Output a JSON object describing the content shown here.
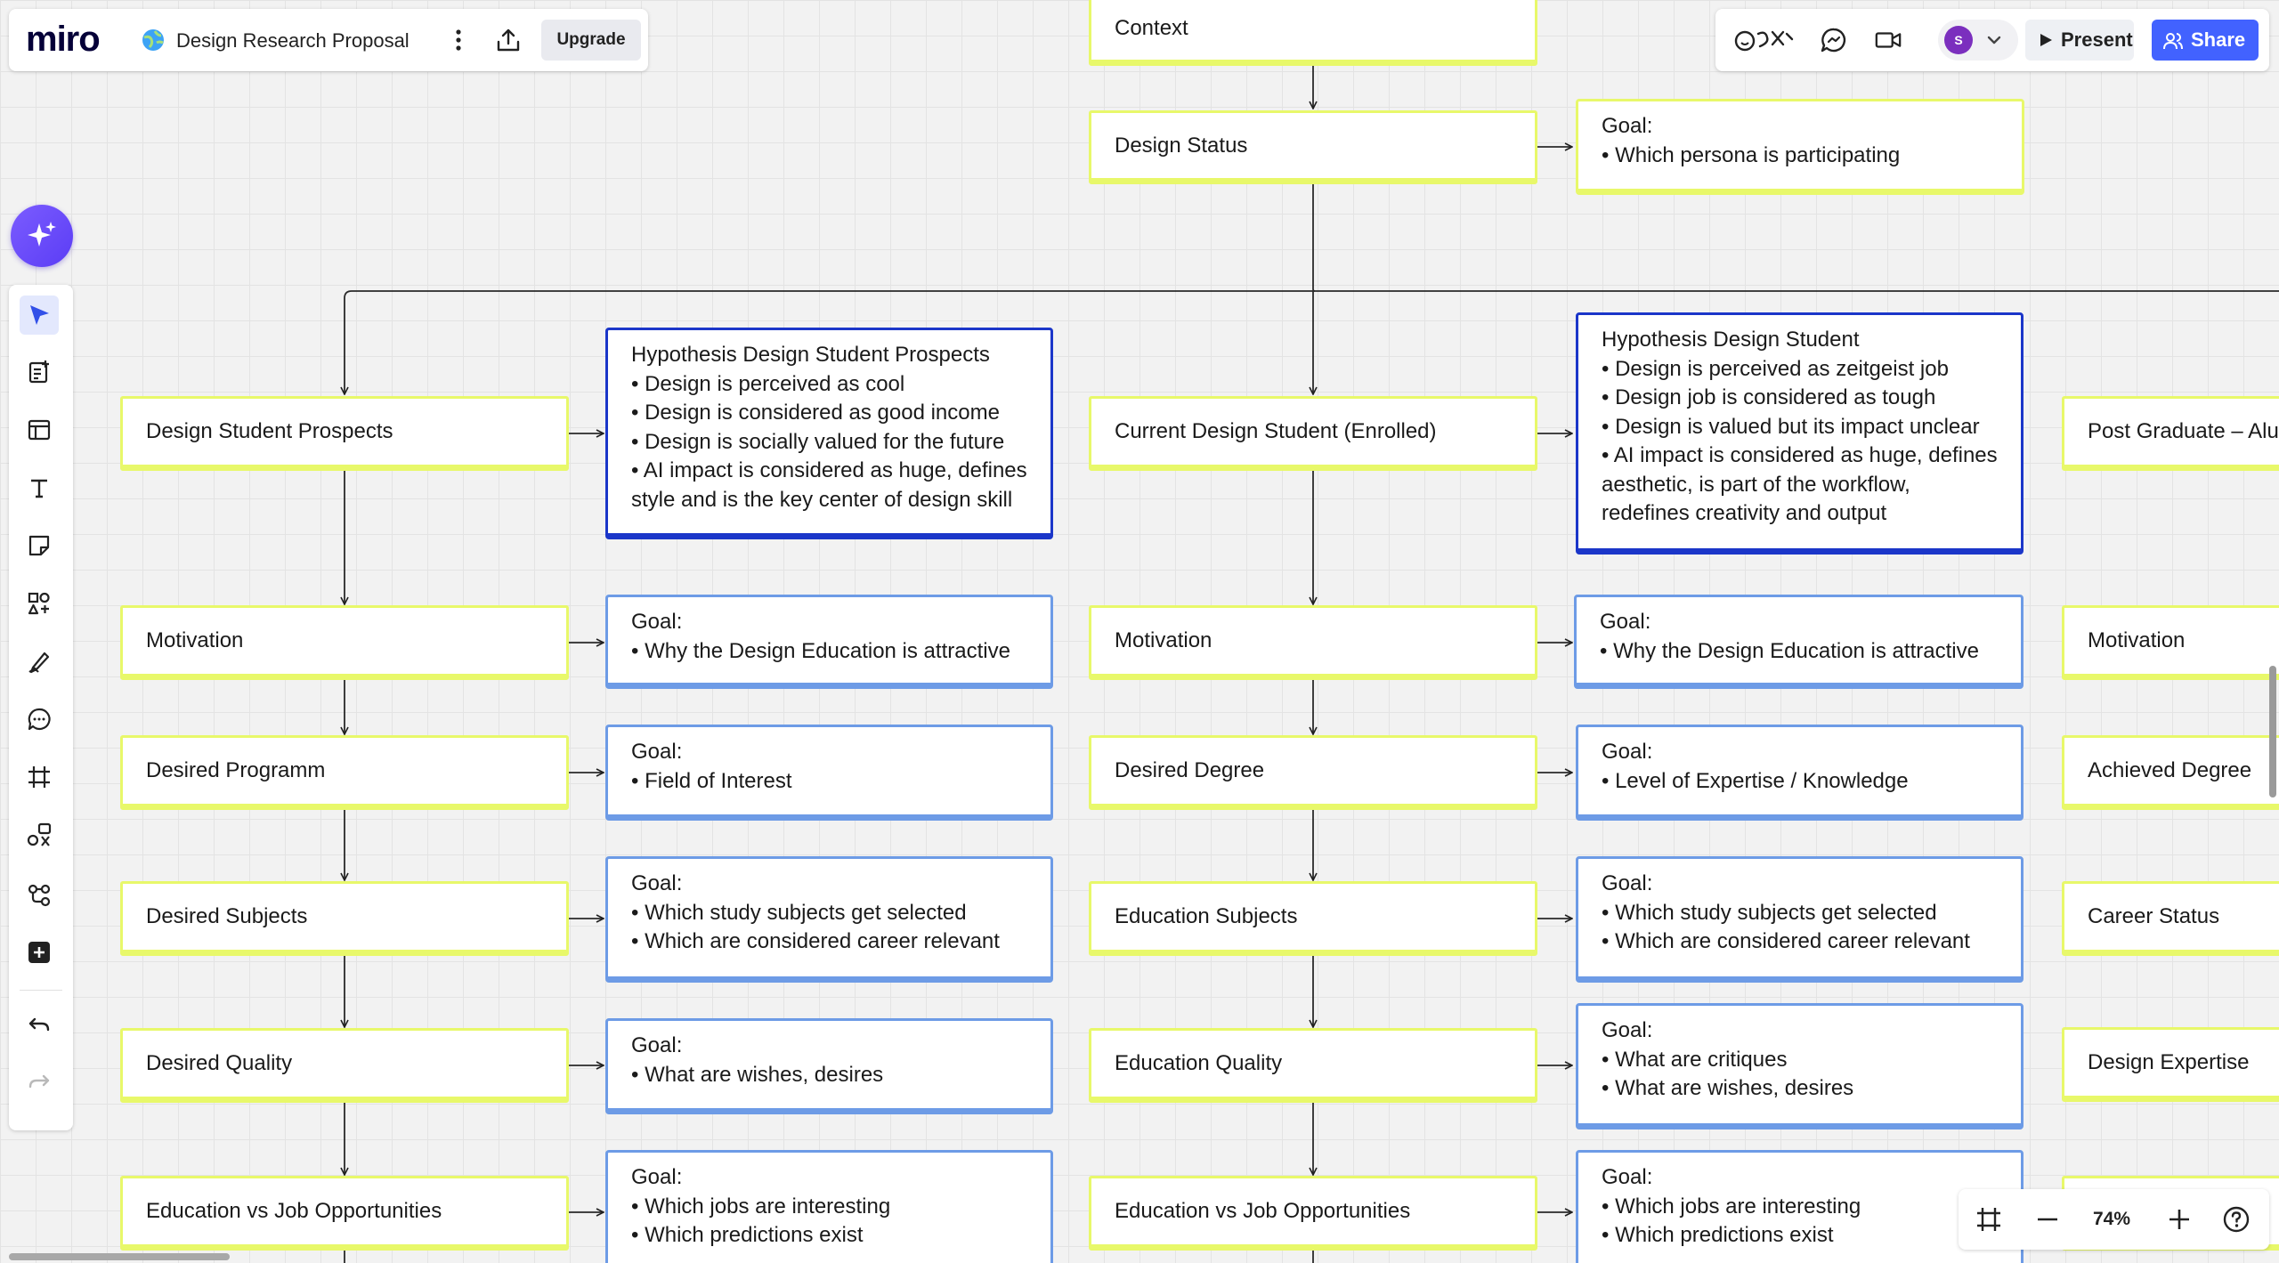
{
  "header": {
    "logo": "miro",
    "board_title": "Design Research Proposal",
    "upgrade_label": "Upgrade",
    "present_label": "Present",
    "share_label": "Share",
    "avatar_initial": "S",
    "avatar_color": "#7b2fbe",
    "share_color": "#4262ff"
  },
  "zoom": {
    "level": "74%"
  },
  "toolbar": {
    "tools": [
      "ai-assist",
      "select",
      "templates",
      "frames-table",
      "text",
      "sticky-note",
      "shapes",
      "pen",
      "comment",
      "frame",
      "diagram",
      "mindmap",
      "more-apps",
      "undo",
      "redo"
    ]
  },
  "board": {
    "top": {
      "context": "Context",
      "design_status": "Design Status",
      "status_goal": {
        "title": "Goal:",
        "items": [
          "• Which persona is participating"
        ]
      }
    },
    "col1": {
      "head": "Design Student Prospects",
      "hyp": {
        "lines": [
          "Hypothesis Design Student Prospects",
          "• Design is perceived as cool",
          "• Design is considered as good income",
          "• Design is socially valued for the future",
          "• AI impact is considered as huge, defines",
          "style and is the key center of design skill"
        ]
      },
      "rows": [
        {
          "label": "Motivation",
          "goal": [
            "Goal:",
            "• Why the Design Education is attractive"
          ]
        },
        {
          "label": "Desired Programm",
          "goal": [
            "Goal:",
            "• Field of Interest"
          ]
        },
        {
          "label": "Desired Subjects",
          "goal": [
            "Goal:",
            "• Which study subjects get selected",
            "• Which are considered career relevant"
          ]
        },
        {
          "label": "Desired Quality",
          "goal": [
            "Goal:",
            "• What are wishes, desires"
          ]
        },
        {
          "label": "Education vs Job Opportunities",
          "goal": [
            "Goal:",
            "• Which jobs are interesting",
            "• Which predictions exist"
          ]
        }
      ]
    },
    "col2": {
      "head": "Current Design Student (Enrolled)",
      "hyp": {
        "lines": [
          "Hypothesis Design Student",
          "• Design is perceived as zeitgeist job",
          "• Design job is considered as tough",
          "• Design is valued but its impact unclear",
          "• AI impact is considered as huge, defines",
          "aesthetic, is part of the workflow,",
          "redefines creativity and output"
        ]
      },
      "rows": [
        {
          "label": "Motivation",
          "goal": [
            "Goal:",
            "• Why the Design Education is attractive"
          ]
        },
        {
          "label": "Desired Degree",
          "goal": [
            "Goal:",
            "• Level of Expertise / Knowledge"
          ]
        },
        {
          "label": "Education Subjects",
          "goal": [
            "Goal:",
            "• Which study subjects get selected",
            "• Which are considered career relevant"
          ]
        },
        {
          "label": "Education Quality",
          "goal": [
            "Goal:",
            "• What are critiques",
            "• What are wishes, desires"
          ]
        },
        {
          "label": "Education vs Job Opportunities",
          "goal": [
            "Goal:",
            "• Which jobs are interesting",
            "• Which predictions exist"
          ]
        }
      ]
    },
    "col3": {
      "head": "Post Graduate – Alu",
      "rows": [
        "Motivation",
        "Achieved Degree",
        "Career Status",
        "Design Expertise"
      ]
    }
  }
}
